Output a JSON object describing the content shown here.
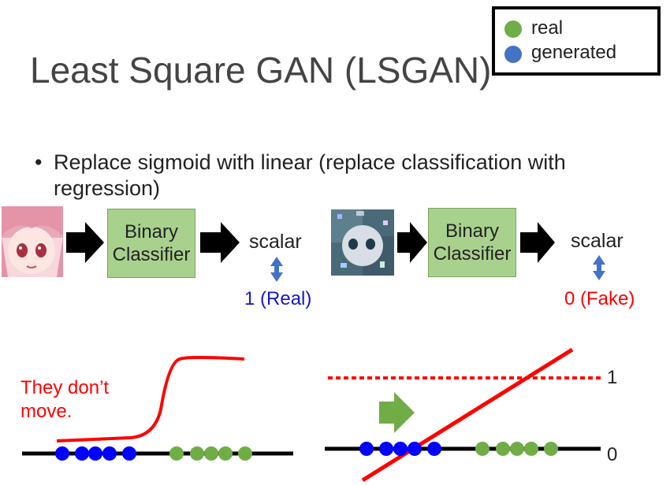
{
  "title": "Least Square GAN (LSGAN)",
  "legend": {
    "items": [
      {
        "label": "real",
        "color": "#70ad47"
      },
      {
        "label": "generated",
        "color": "#4472c4"
      }
    ]
  },
  "bullet": {
    "marker": "•",
    "text": "Replace sigmoid with linear (replace classification with regression)"
  },
  "pipeline_left": {
    "image": "anime-girl-image",
    "classifier": "Binary Classifier",
    "output": "scalar",
    "target": "1 (Real)"
  },
  "pipeline_right": {
    "image": "generated-noisy-image",
    "classifier": "Binary Classifier",
    "output": "scalar",
    "target": "0 (Fake)"
  },
  "left_plot": {
    "annotation": "They don’t move."
  },
  "right_plot": {
    "level_one": "1",
    "level_zero": "0"
  },
  "colors": {
    "real": "#70ad47",
    "generated": "#0000ff",
    "curve": "#ff0000",
    "classifier_box": "#a9d18e",
    "arrow_blue": "#4472c4",
    "move_arrow": "#70ad47"
  }
}
